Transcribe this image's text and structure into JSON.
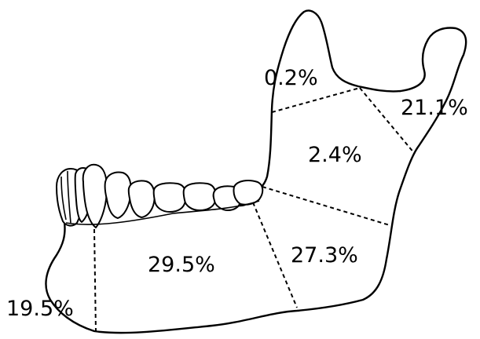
{
  "diagram": {
    "regions": [
      {
        "id": "coronoid",
        "label": "0.2%"
      },
      {
        "id": "condyle",
        "label": "21.1%"
      },
      {
        "id": "ramus",
        "label": "2.4%"
      },
      {
        "id": "angle",
        "label": "27.3%"
      },
      {
        "id": "body",
        "label": "29.5%"
      },
      {
        "id": "symphysis",
        "label": "19.5%"
      }
    ]
  }
}
